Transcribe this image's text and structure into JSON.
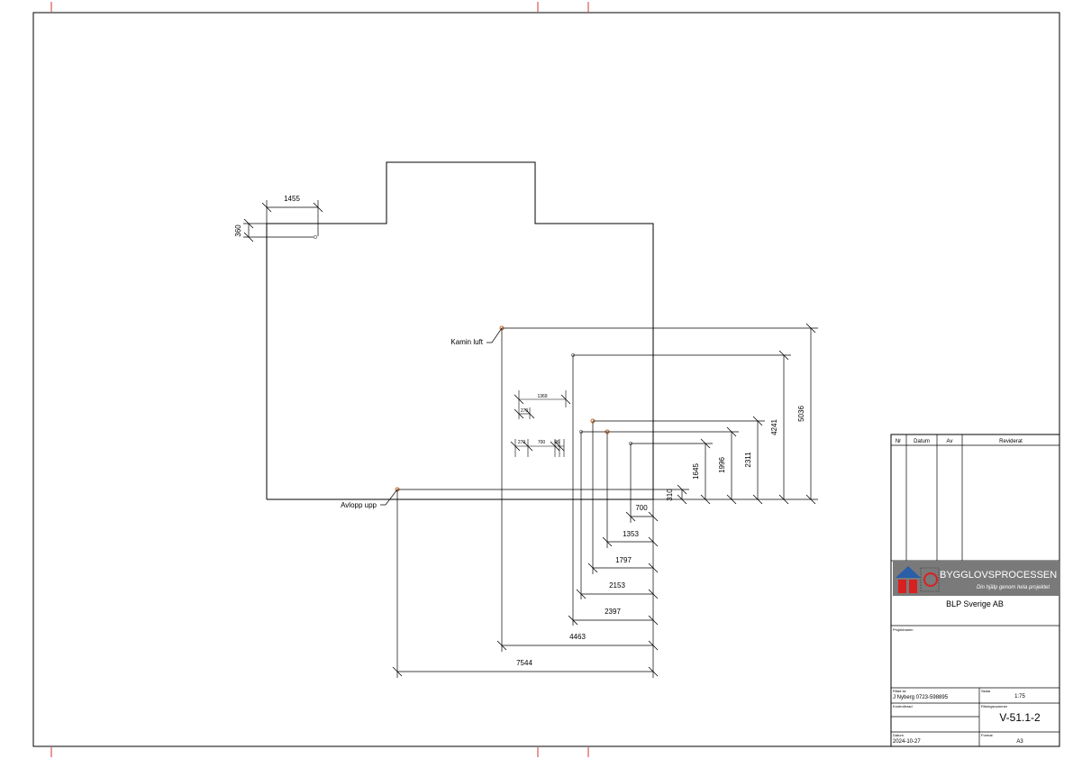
{
  "annotations": {
    "kamin": "Kamin luft",
    "avlopp": "Avlopp upp"
  },
  "dimensions": {
    "d1455": "1455",
    "d360": "360",
    "d5036": "5036",
    "d4241": "4241",
    "d2311": "2311",
    "d1996": "1996",
    "d1645": "1645",
    "d310": "310",
    "d700": "700",
    "d1353": "1353",
    "d1797": "1797",
    "d2153": "2153",
    "d2397": "2397",
    "d4463": "4463",
    "d7544": "7544",
    "d1369": "1369",
    "d270a": "270",
    "d270b": "270",
    "d700b": "700",
    "d96": "96"
  },
  "title_block": {
    "rev_headers": {
      "nr": "Nr",
      "datum": "Datum",
      "av": "Av",
      "reviderat": "Reviderat"
    },
    "company_logo_text": "BYGGLOVSPROCESSEN",
    "company_slogan": "Din hjälp genom hela projektet",
    "company_name": "BLP Sverige AB",
    "projektname_label": "Projektnamn",
    "ritad_label": "Ritad av",
    "ritad_value": "J Nyberg 0723-598895",
    "skala_label": "Skala",
    "skala_value": "1:75",
    "kontrollerad_label": "Kontrollerad",
    "ritningsnummer_label": "Ritningsnummer",
    "ritningsnummer_value": "V-51.1-2",
    "datum_label": "Datum",
    "datum_value": "2024-10-27",
    "format_label": "Format",
    "format_value": "A3"
  },
  "colors": {
    "line": "#000000",
    "point": "#c8641e",
    "logo_bg": "#7a7a7a",
    "logo_roof": "#2a5ea8",
    "logo_red": "#d92020"
  }
}
